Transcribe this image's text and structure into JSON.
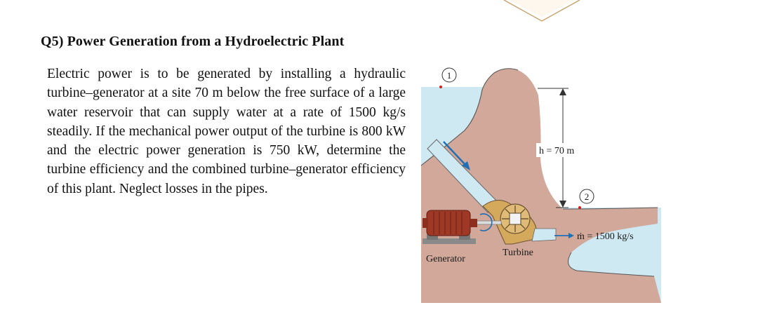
{
  "question": {
    "title": "Q5) Power Generation from a Hydroelectric Plant",
    "body": "Electric power is to be generated by installing a hydraulic turbine–generator at a site 70 m below the free surface of a large water reservoir that can supply water at a rate of 1500 kg/s steadily. If the mechanical power output of the turbine is 800 kW and the electric power generation is 750 kW, determine the turbine efficiency and the combined turbine–generator efficiency of this plant. Neglect losses in the pipes."
  },
  "figure": {
    "point1_label": "1",
    "point2_label": "2",
    "head_label": "h = 70 m",
    "flow_label": "ṁ = 1500 kg/s",
    "generator_label": "Generator",
    "turbine_label": "Turbine",
    "colors": {
      "water": "#cfe9f3",
      "rock": "#d1a89a",
      "turbine_housing": "#d4a95c",
      "generator_body": "#a03826",
      "flow_arrow": "#1f6fb5",
      "datum_dot": "#d21f1f"
    }
  }
}
